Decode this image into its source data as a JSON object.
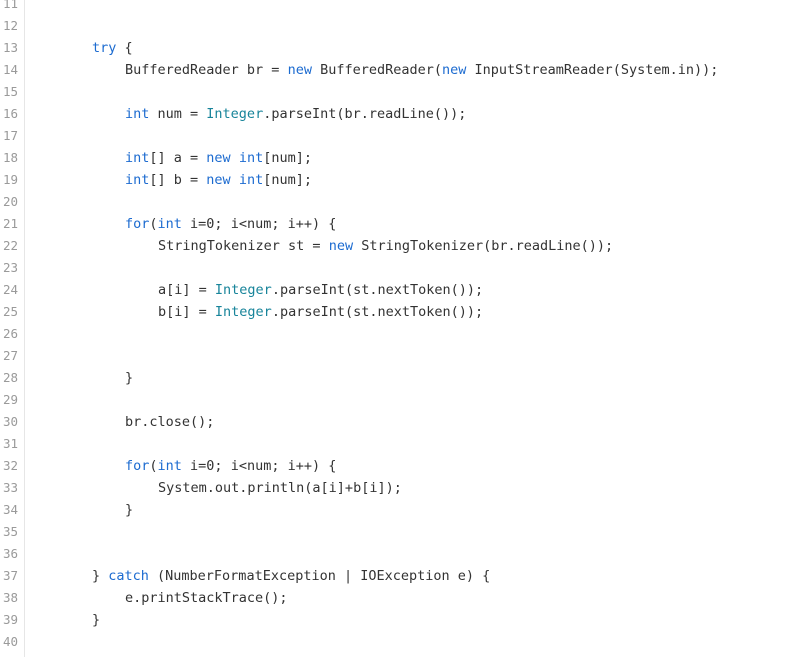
{
  "editor": {
    "colors": {
      "keyword": "#1c6bd0",
      "type": "#17849a",
      "text": "#333333",
      "line_number": "#9a9a9a"
    },
    "lines": [
      {
        "number": "11",
        "indent": 0,
        "tokens": []
      },
      {
        "number": "12",
        "indent": 0,
        "tokens": []
      },
      {
        "number": "13",
        "indent": 0,
        "tokens": [
          {
            "t": "try",
            "k": "kw"
          },
          {
            "t": " {",
            "k": "plain"
          }
        ]
      },
      {
        "number": "14",
        "indent": 1,
        "tokens": [
          {
            "t": "BufferedReader br = ",
            "k": "plain"
          },
          {
            "t": "new",
            "k": "kw"
          },
          {
            "t": " BufferedReader(",
            "k": "plain"
          },
          {
            "t": "new",
            "k": "kw"
          },
          {
            "t": " InputStreamReader(System.in));",
            "k": "plain"
          }
        ]
      },
      {
        "number": "15",
        "indent": 0,
        "tokens": []
      },
      {
        "number": "16",
        "indent": 1,
        "tokens": [
          {
            "t": "int",
            "k": "kw"
          },
          {
            "t": " num = ",
            "k": "plain"
          },
          {
            "t": "Integer",
            "k": "cls"
          },
          {
            "t": ".parseInt(br.readLine());",
            "k": "plain"
          }
        ]
      },
      {
        "number": "17",
        "indent": 0,
        "tokens": []
      },
      {
        "number": "18",
        "indent": 1,
        "tokens": [
          {
            "t": "int",
            "k": "kw"
          },
          {
            "t": "[] a = ",
            "k": "plain"
          },
          {
            "t": "new",
            "k": "kw"
          },
          {
            "t": " ",
            "k": "plain"
          },
          {
            "t": "int",
            "k": "kw"
          },
          {
            "t": "[num];",
            "k": "plain"
          }
        ]
      },
      {
        "number": "19",
        "indent": 1,
        "tokens": [
          {
            "t": "int",
            "k": "kw"
          },
          {
            "t": "[] b = ",
            "k": "plain"
          },
          {
            "t": "new",
            "k": "kw"
          },
          {
            "t": " ",
            "k": "plain"
          },
          {
            "t": "int",
            "k": "kw"
          },
          {
            "t": "[num];",
            "k": "plain"
          }
        ]
      },
      {
        "number": "20",
        "indent": 0,
        "tokens": []
      },
      {
        "number": "21",
        "indent": 1,
        "tokens": [
          {
            "t": "for",
            "k": "kw"
          },
          {
            "t": "(",
            "k": "plain"
          },
          {
            "t": "int",
            "k": "kw"
          },
          {
            "t": " i=0; i<num; i++) {",
            "k": "plain"
          }
        ]
      },
      {
        "number": "22",
        "indent": 2,
        "tokens": [
          {
            "t": "StringTokenizer st = ",
            "k": "plain"
          },
          {
            "t": "new",
            "k": "kw"
          },
          {
            "t": " StringTokenizer(br.readLine());",
            "k": "plain"
          }
        ]
      },
      {
        "number": "23",
        "indent": 0,
        "tokens": []
      },
      {
        "number": "24",
        "indent": 2,
        "tokens": [
          {
            "t": "a[i] = ",
            "k": "plain"
          },
          {
            "t": "Integer",
            "k": "cls"
          },
          {
            "t": ".parseInt(st.nextToken());",
            "k": "plain"
          }
        ]
      },
      {
        "number": "25",
        "indent": 2,
        "tokens": [
          {
            "t": "b[i] = ",
            "k": "plain"
          },
          {
            "t": "Integer",
            "k": "cls"
          },
          {
            "t": ".parseInt(st.nextToken());",
            "k": "plain"
          }
        ]
      },
      {
        "number": "26",
        "indent": 0,
        "tokens": []
      },
      {
        "number": "27",
        "indent": 0,
        "tokens": []
      },
      {
        "number": "28",
        "indent": 1,
        "tokens": [
          {
            "t": "}",
            "k": "plain"
          }
        ]
      },
      {
        "number": "29",
        "indent": 0,
        "tokens": []
      },
      {
        "number": "30",
        "indent": 1,
        "tokens": [
          {
            "t": "br.close();",
            "k": "plain"
          }
        ]
      },
      {
        "number": "31",
        "indent": 0,
        "tokens": []
      },
      {
        "number": "32",
        "indent": 1,
        "tokens": [
          {
            "t": "for",
            "k": "kw"
          },
          {
            "t": "(",
            "k": "plain"
          },
          {
            "t": "int",
            "k": "kw"
          },
          {
            "t": " i=0; i<num; i++) {",
            "k": "plain"
          }
        ]
      },
      {
        "number": "33",
        "indent": 2,
        "tokens": [
          {
            "t": "System.out.println(a[i]+b[i]);",
            "k": "plain"
          }
        ]
      },
      {
        "number": "34",
        "indent": 1,
        "tokens": [
          {
            "t": "}",
            "k": "plain"
          }
        ]
      },
      {
        "number": "35",
        "indent": 0,
        "tokens": []
      },
      {
        "number": "36",
        "indent": 0,
        "tokens": []
      },
      {
        "number": "37",
        "indent": 0,
        "tokens": [
          {
            "t": "} ",
            "k": "plain"
          },
          {
            "t": "catch",
            "k": "kw"
          },
          {
            "t": " (NumberFormatException | IOException e) {",
            "k": "plain"
          }
        ]
      },
      {
        "number": "38",
        "indent": 1,
        "tokens": [
          {
            "t": "e.printStackTrace();",
            "k": "plain"
          }
        ]
      },
      {
        "number": "39",
        "indent": 0,
        "tokens": [
          {
            "t": "}",
            "k": "plain"
          }
        ]
      },
      {
        "number": "40",
        "indent": 0,
        "tokens": []
      }
    ]
  }
}
